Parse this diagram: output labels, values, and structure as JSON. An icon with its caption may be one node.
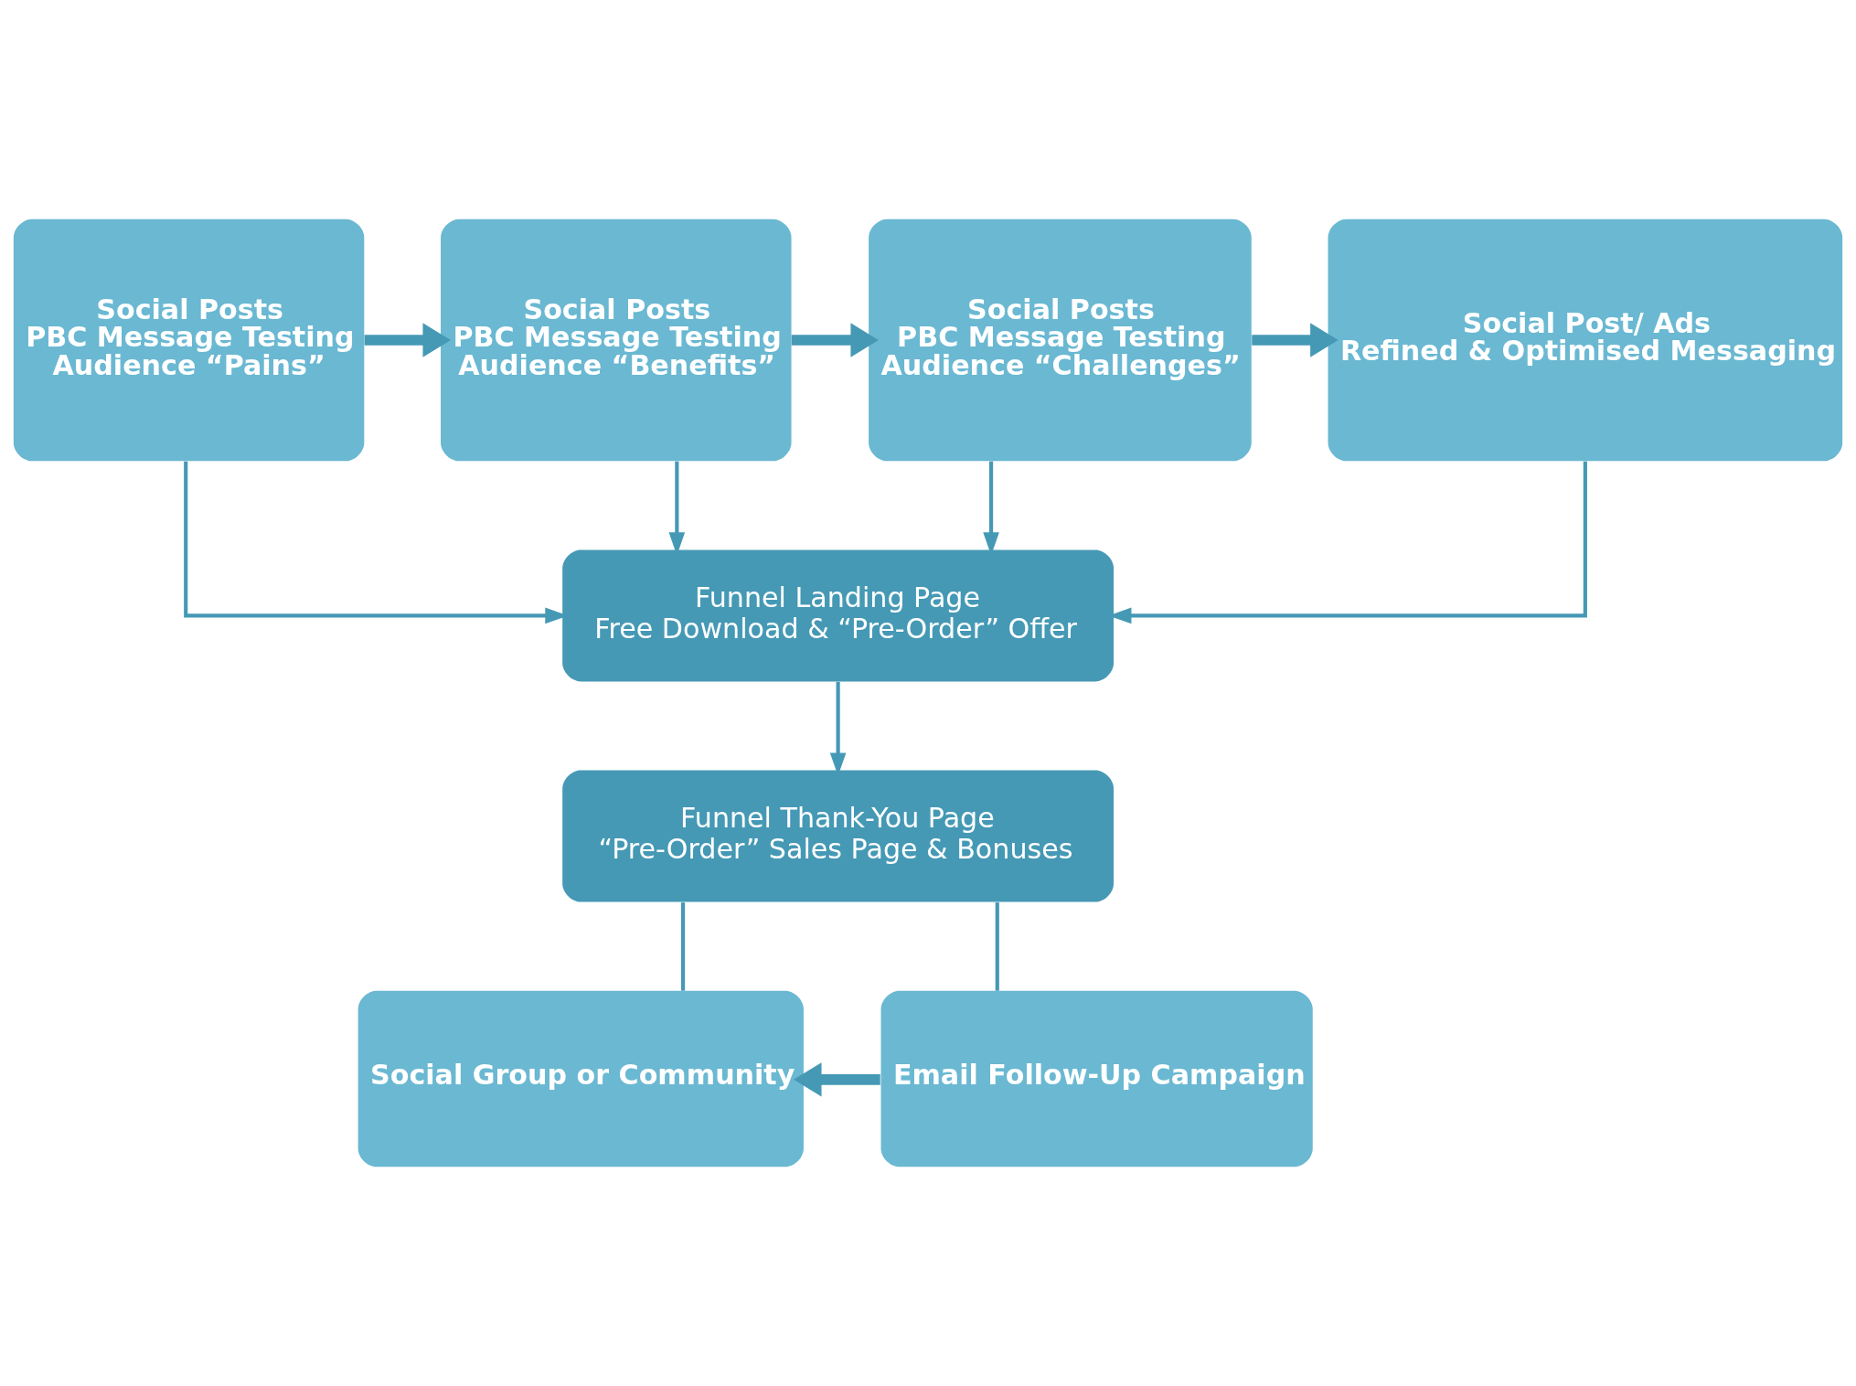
{
  "diagram": {
    "nodes": [
      {
        "text": [
          "Social Posts",
          "PBC Message Testing",
          "Audience “Pains”"
        ]
      },
      {
        "text": [
          "Social Posts",
          "PBC Message Testing",
          "Audience “Benefits”"
        ]
      },
      {
        "text": [
          "Social Posts",
          "PBC Message Testing",
          "Audience “Challenges”"
        ]
      },
      {
        "text": [
          "Social Post/ Ads",
          "Refined & Optimised Messaging"
        ]
      },
      {
        "text": [
          "Funnel Landing Page",
          "Free Download & “Pre-Order” Offer"
        ]
      },
      {
        "text": [
          "Funnel Thank-You Page",
          "“Pre-Order” Sales Page & Bonuses"
        ]
      },
      {
        "text": [
          "Social Group or Community"
        ]
      },
      {
        "text": [
          "Email Follow-Up Campaign"
        ]
      }
    ],
    "edges": [
      {
        "from": 0,
        "to": 1,
        "arrow": "to",
        "style": "thick"
      },
      {
        "from": 1,
        "to": 2,
        "arrow": "to",
        "style": "thick"
      },
      {
        "from": 2,
        "to": 3,
        "arrow": "to",
        "style": "thick"
      },
      {
        "from": 0,
        "to": 4,
        "arrow": "to"
      },
      {
        "from": 1,
        "to": 4,
        "arrow": "to"
      },
      {
        "from": 2,
        "to": 4,
        "arrow": "to"
      },
      {
        "from": 3,
        "to": 4,
        "arrow": "to"
      },
      {
        "from": 4,
        "to": 5,
        "arrow": "to"
      },
      {
        "from": 5,
        "to": 6,
        "arrow": "none"
      },
      {
        "from": 5,
        "to": 7,
        "arrow": "none"
      },
      {
        "from": 7,
        "to": 6,
        "arrow": "to",
        "style": "thick"
      }
    ]
  }
}
